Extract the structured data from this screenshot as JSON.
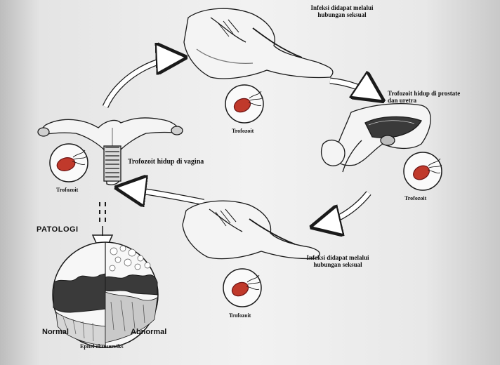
{
  "labels": {
    "infection_top": "Infeksi didapat melalui hubungan seksual",
    "trofozoit_prostate": "Trofozoit hidup di prostate dan uretra",
    "trofozoit_vagina": "Trofozoit hidup di vagina",
    "infection_bottom": "Infeksi didapat melalui hubungan seksual",
    "trofozoit_top": "Trofozoit",
    "trofozoit_left": "Trofozoit",
    "trofozoit_right": "Trofozoit",
    "trofozoit_bottom": "Trofozoit",
    "patologi": "PATOLOGI",
    "normal": "Normal",
    "abnormal": "Abnormal",
    "epitel": "Epitel eksoserviks"
  },
  "colors": {
    "organism_fill": "#c0392b",
    "organism_dark": "#6e1414",
    "line": "#1a1a1a",
    "tissue": "#5a5a5a"
  }
}
